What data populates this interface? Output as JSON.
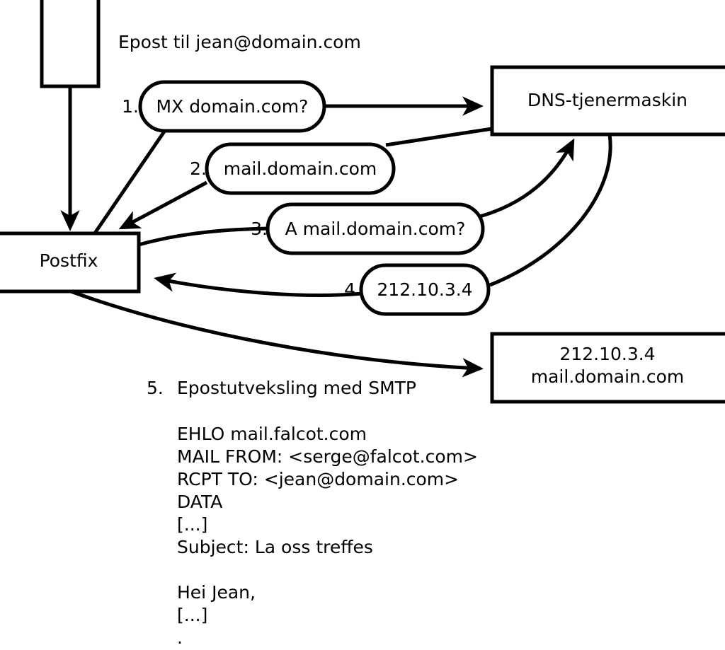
{
  "diagram": {
    "title_text": "Epost til jean@domain.com",
    "nodes": {
      "client": {
        "label": ""
      },
      "postfix": {
        "label": "Postfix"
      },
      "dns": {
        "label": "DNS-tjenermaskin"
      },
      "mailserver": {
        "line1": "212.10.3.4",
        "line2": "mail.domain.com"
      }
    },
    "steps": [
      {
        "number": "1.",
        "label": "MX domain.com?"
      },
      {
        "number": "2.",
        "label": "mail.domain.com"
      },
      {
        "number": "3.",
        "label": "A mail.domain.com?"
      },
      {
        "number": "4.",
        "label": "212.10.3.4"
      }
    ],
    "step5": {
      "number": "5.",
      "label": "Epostutveksling med SMTP"
    },
    "smtp_transcript": [
      "EHLO mail.falcot.com",
      "MAIL FROM: <serge@falcot.com>",
      "RCPT TO: <jean@domain.com>",
      "DATA",
      "[...]",
      "Subject: La oss treffes",
      "",
      "Hei Jean,",
      "[...]",
      "."
    ],
    "colors": {
      "stroke": "#000000",
      "fill": "#ffffff",
      "background": "#ffffff"
    }
  }
}
